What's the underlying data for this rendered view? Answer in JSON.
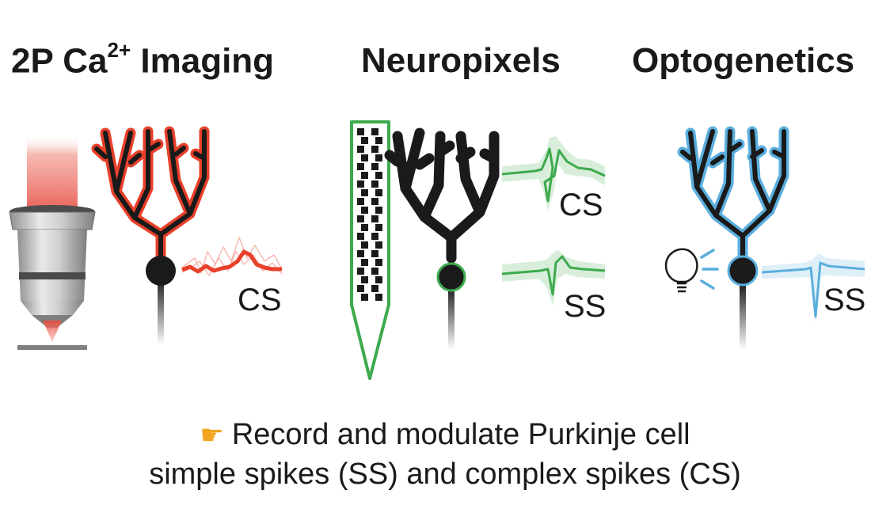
{
  "titles": {
    "imaging_prefix": "2P Ca",
    "imaging_sup": "2+",
    "imaging_suffix": " Imaging",
    "neuropixels": "Neuropixels",
    "optogenetics": "Optogenetics"
  },
  "labels": {
    "imaging_cs": "CS",
    "neuropixels_cs": "CS",
    "neuropixels_ss": "SS",
    "optogenetics_ss": "SS"
  },
  "caption": {
    "pointer_icon": "backhand-index-pointing-right",
    "line1": "Record and modulate Purkinje cell",
    "line2": "simple spikes (SS) and complex spikes (CS)"
  },
  "colors": {
    "imaging": "#e8402a",
    "neuropixels": "#3daa4d",
    "optogenetics": "#5aaede",
    "neuron": "#1a1a1a"
  }
}
